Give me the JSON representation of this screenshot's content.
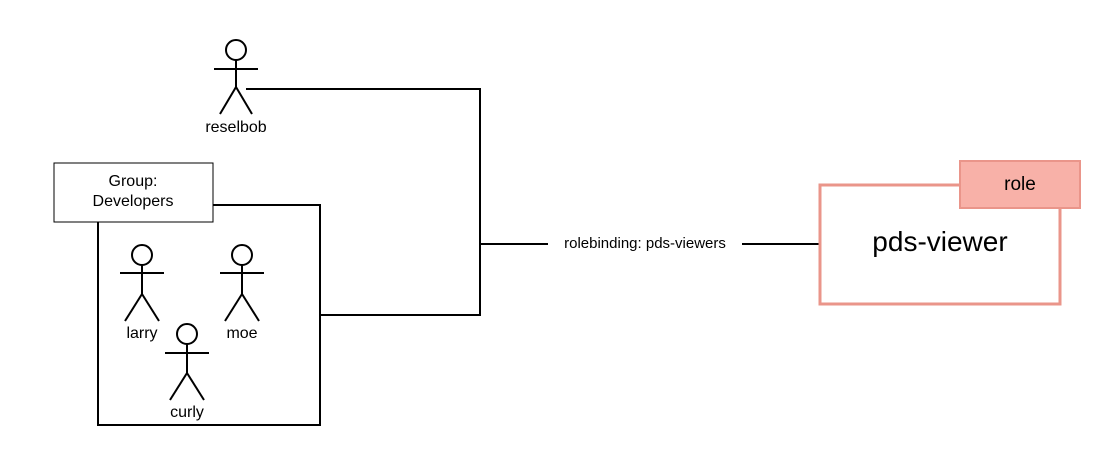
{
  "actors": {
    "reselbob": "reselbob",
    "larry": "larry",
    "moe": "moe",
    "curly": "curly"
  },
  "group": {
    "line1": "Group:",
    "line2": "Developers"
  },
  "binding": {
    "label": "rolebinding: pds-viewers"
  },
  "role": {
    "tag": "role",
    "name": "pds-viewer",
    "border_color": "#ea958a",
    "tag_fill": "#f8b1a8"
  }
}
